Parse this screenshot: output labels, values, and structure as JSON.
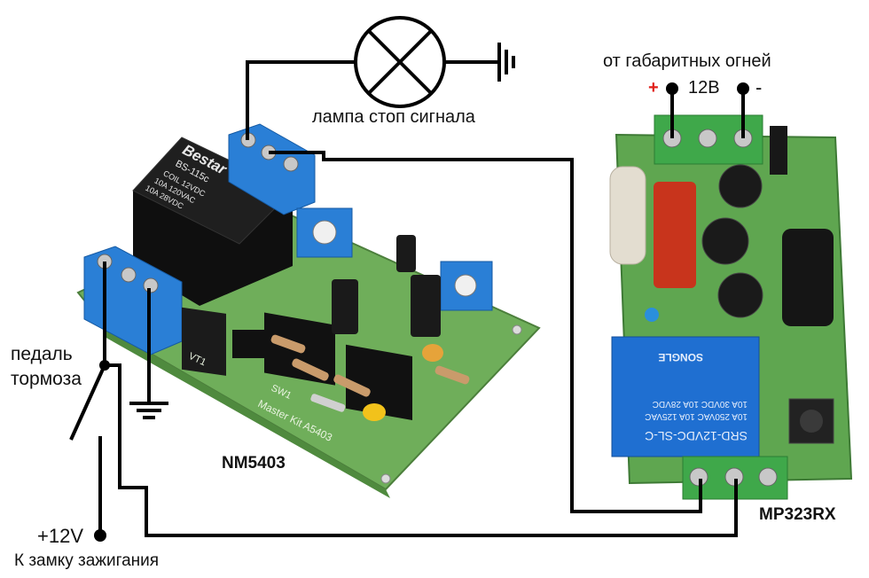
{
  "lamp_label": "лампа стоп сигнала",
  "parking_lights_label": "от габаритных огней",
  "voltage_12v": "12В",
  "plus_sign": "+",
  "minus_sign": "-",
  "brake_pedal_line1": "педаль",
  "brake_pedal_line2": "тормоза",
  "board1_name": "NM5403",
  "board2_name": "MP323RX",
  "plus12v_label": "+12V",
  "ignition_label": "К замку зажигания",
  "relay1": {
    "brand": "Bestar",
    "model": "BS-115c",
    "coil": "COIL 12VDC",
    "rating1": "10A 120VAC",
    "rating2": "10A 28VDC"
  },
  "relay2": {
    "model": "SRD-12VDC-SL-C",
    "rating1": "10A 250VAC 10A 125VAC",
    "rating2": "10A 30VDC 10A 28VDC",
    "brand": "SONGLE"
  },
  "pcb1_silk": "Master Kit A5403",
  "pcb1_sw": "SW1",
  "pcb1_vt": "VT1",
  "colors": {
    "wire": "#000000",
    "pcb_green": "#6fae5a",
    "terminal_blue": "#2a7fd6",
    "terminal_green": "#3fa84a",
    "relay_black": "#161616",
    "relay_blue": "#1f6fd1",
    "plus_red": "#e0201a"
  }
}
